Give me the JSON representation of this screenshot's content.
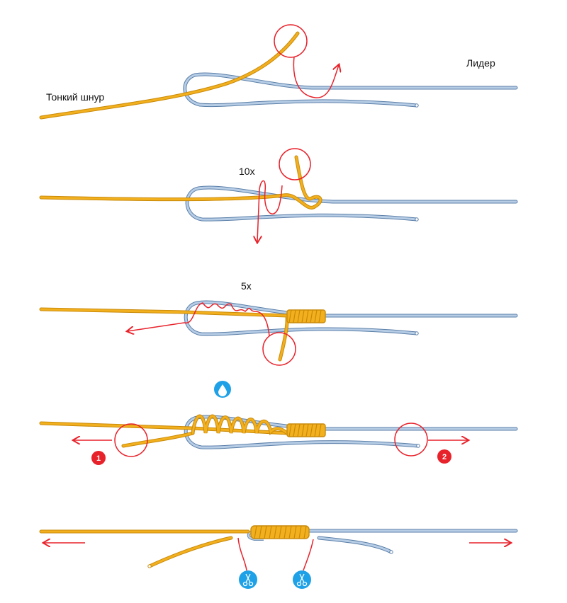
{
  "labels": {
    "thin_line": "Тонкий шнур",
    "leader": "Лидер",
    "step2_count": "10x",
    "step3_count": "5x",
    "badge_1": "1",
    "badge_2": "2"
  },
  "colors": {
    "braid": "#f2b01e",
    "braid_outline": "#c98a0a",
    "leader": "#b7cde6",
    "leader_outline": "#5b7fa8",
    "arrow": "#e8222b",
    "badge_red": "#e8222b",
    "badge_blue": "#1ea1e6"
  },
  "icons": [
    "water-drop-icon",
    "scissors-icon"
  ]
}
